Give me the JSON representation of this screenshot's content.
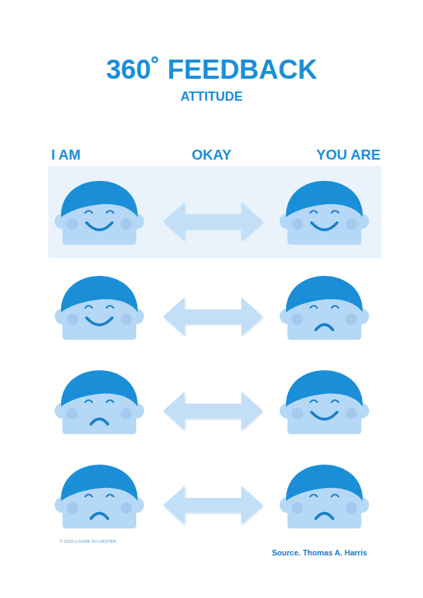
{
  "diagram": {
    "title": "360˚ FEEDBACK",
    "labels": [
      "ATTITUDE",
      "I AM",
      "OKAY",
      "YOU ARE",
      "© 2015 LOUISE SYLVESTER",
      "Source. Thomas A. Harris"
    ]
  }
}
